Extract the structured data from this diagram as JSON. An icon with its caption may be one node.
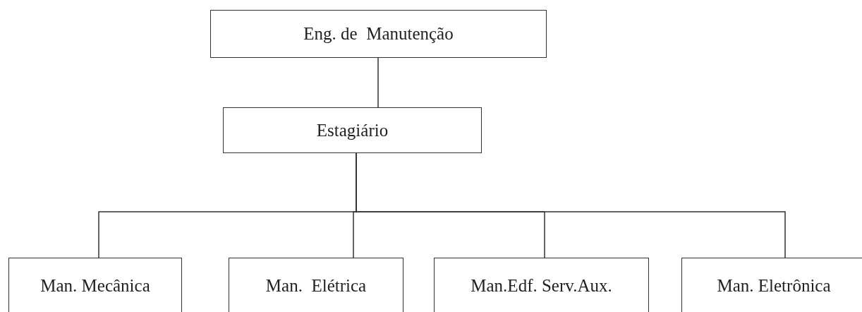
{
  "diagram": {
    "nodes": [
      {
        "text": [
          "Eng. de  Manutenção"
        ]
      },
      {
        "text": [
          "Estagiário"
        ]
      },
      {
        "text": [
          "Man. Mecânica"
        ]
      },
      {
        "text": [
          "Man.  Elétrica"
        ]
      },
      {
        "text": [
          "Man.Edf. Serv.Aux."
        ]
      },
      {
        "text": [
          "Man. Eletrônica"
        ]
      }
    ],
    "edges": [
      {
        "from": 0,
        "to": 1,
        "arrow": "none"
      },
      {
        "from": 1,
        "to": 2,
        "arrow": "none"
      },
      {
        "from": 1,
        "to": 3,
        "arrow": "none"
      },
      {
        "from": 1,
        "to": 4,
        "arrow": "none"
      },
      {
        "from": 1,
        "to": 5,
        "arrow": "none"
      }
    ]
  }
}
